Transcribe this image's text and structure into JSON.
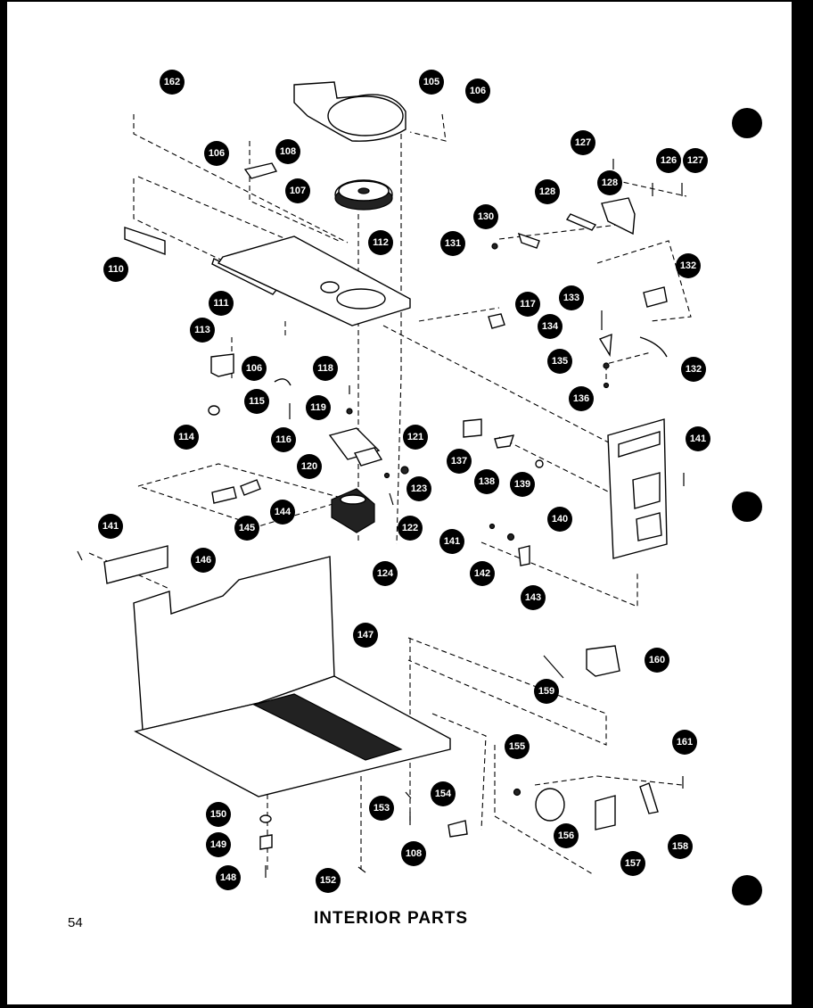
{
  "title": "INTERIOR PARTS",
  "page_number": "54",
  "callouts": [
    "162",
    "105",
    "106",
    "106",
    "108",
    "107",
    "110",
    "111",
    "112",
    "113",
    "106",
    "115",
    "114",
    "116",
    "118",
    "119",
    "117",
    "120",
    "121",
    "123",
    "122",
    "124",
    "127",
    "126",
    "127",
    "128",
    "128",
    "130",
    "131",
    "132",
    "133",
    "134",
    "135",
    "136",
    "132",
    "137",
    "138",
    "139",
    "141",
    "140",
    "141",
    "142",
    "143",
    "144",
    "145",
    "141",
    "146",
    "147",
    "160",
    "159",
    "155",
    "156",
    "157",
    "161",
    "158",
    "150",
    "149",
    "148",
    "152",
    "153",
    "108",
    "154"
  ]
}
